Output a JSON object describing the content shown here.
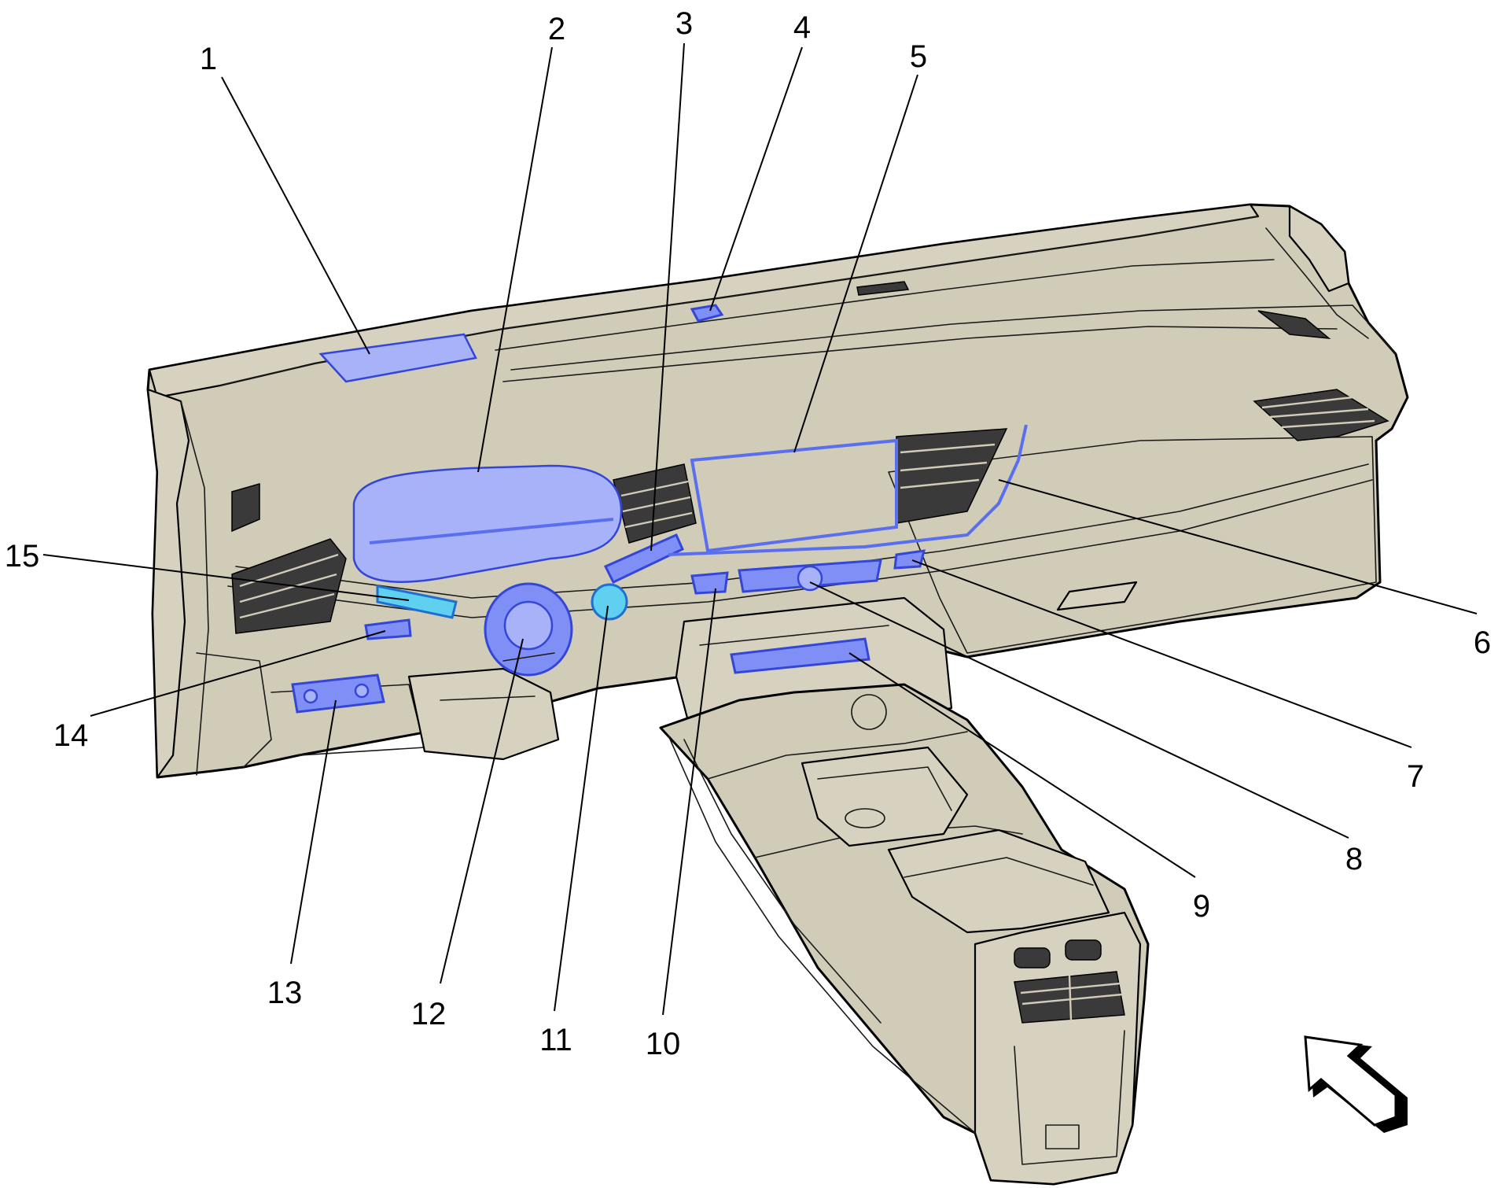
{
  "callouts": [
    "1",
    "2",
    "3",
    "4",
    "5",
    "6",
    "7",
    "8",
    "9",
    "10",
    "11",
    "12",
    "13",
    "14",
    "15"
  ],
  "colors": {
    "body": "#d0ccb8",
    "outline": "#000000",
    "highlight": "#7f8ff5",
    "highlight_stroke": "#3446d8",
    "highlight_cyan": "#5fd0f0"
  },
  "icons": {
    "direction_arrow": "outlined-arrow-up-left-icon"
  }
}
